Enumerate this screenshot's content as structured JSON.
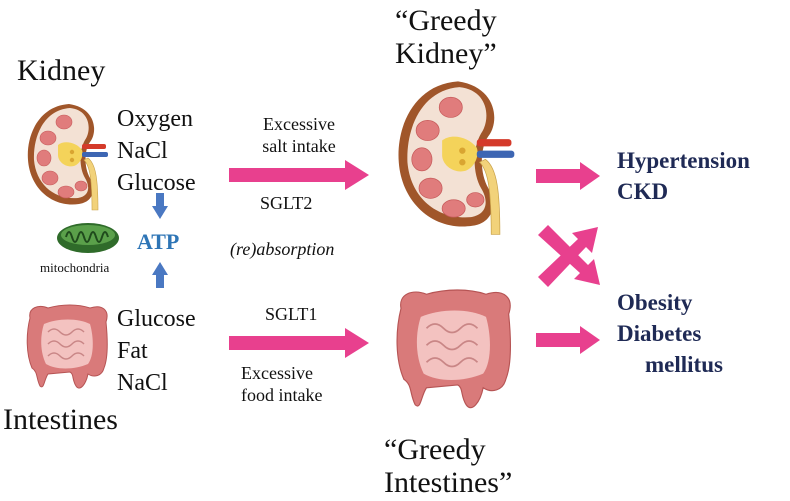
{
  "colors": {
    "arrow_pink": "#e8408e",
    "arrow_blue": "#4a78c2",
    "atp_blue": "#2e75b6",
    "outcome_navy": "#1f2a55",
    "text": "#111111"
  },
  "kidney": {
    "title": "Kidney",
    "substrates": [
      "Oxygen",
      "NaCl",
      "Glucose"
    ],
    "icon": "kidney-illustration"
  },
  "intestines": {
    "title": "Intestines",
    "substrates": [
      "Glucose",
      "Fat",
      "NaCl"
    ],
    "icon": "intestines-illustration"
  },
  "energy": {
    "atp_label": "ATP",
    "mitochondria_label": "mitochondria",
    "icon": "mitochondria-illustration"
  },
  "middle": {
    "kidney_arrow_top": "Excessive\nsalt intake",
    "kidney_arrow_top_lines": [
      "Excessive",
      "salt intake"
    ],
    "kidney_arrow_bottom": "SGLT2",
    "process_label": "(re)absorption",
    "intestine_arrow_top": "SGLT1",
    "intestine_arrow_bottom_lines": [
      "Excessive",
      "food intake"
    ]
  },
  "greedy": {
    "kidney_lines": [
      "“Greedy",
      "Kidney”"
    ],
    "intestines_lines": [
      "“Greedy",
      "Intestines”"
    ]
  },
  "outcomes": {
    "top": [
      "Hypertension",
      "CKD"
    ],
    "bottom": [
      "Obesity",
      "Diabetes",
      "mellitus"
    ]
  }
}
